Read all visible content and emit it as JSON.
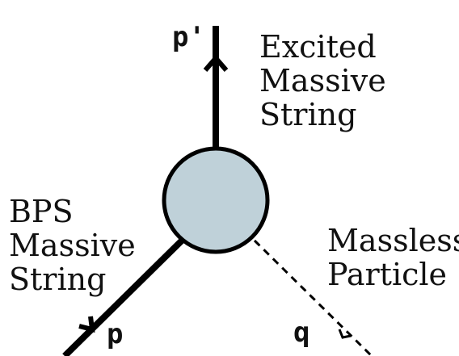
{
  "labels": {
    "excited": [
      "Excited",
      "Massive",
      "String"
    ],
    "bps": [
      "BPS",
      "Massive",
      "String"
    ],
    "massless": [
      "Massless",
      "Particle"
    ]
  },
  "momenta": {
    "outgoing": "p'",
    "incoming": "p",
    "massless": "q"
  },
  "colors": {
    "line": "#000000",
    "vertex_fill": "#bfd1d9"
  }
}
